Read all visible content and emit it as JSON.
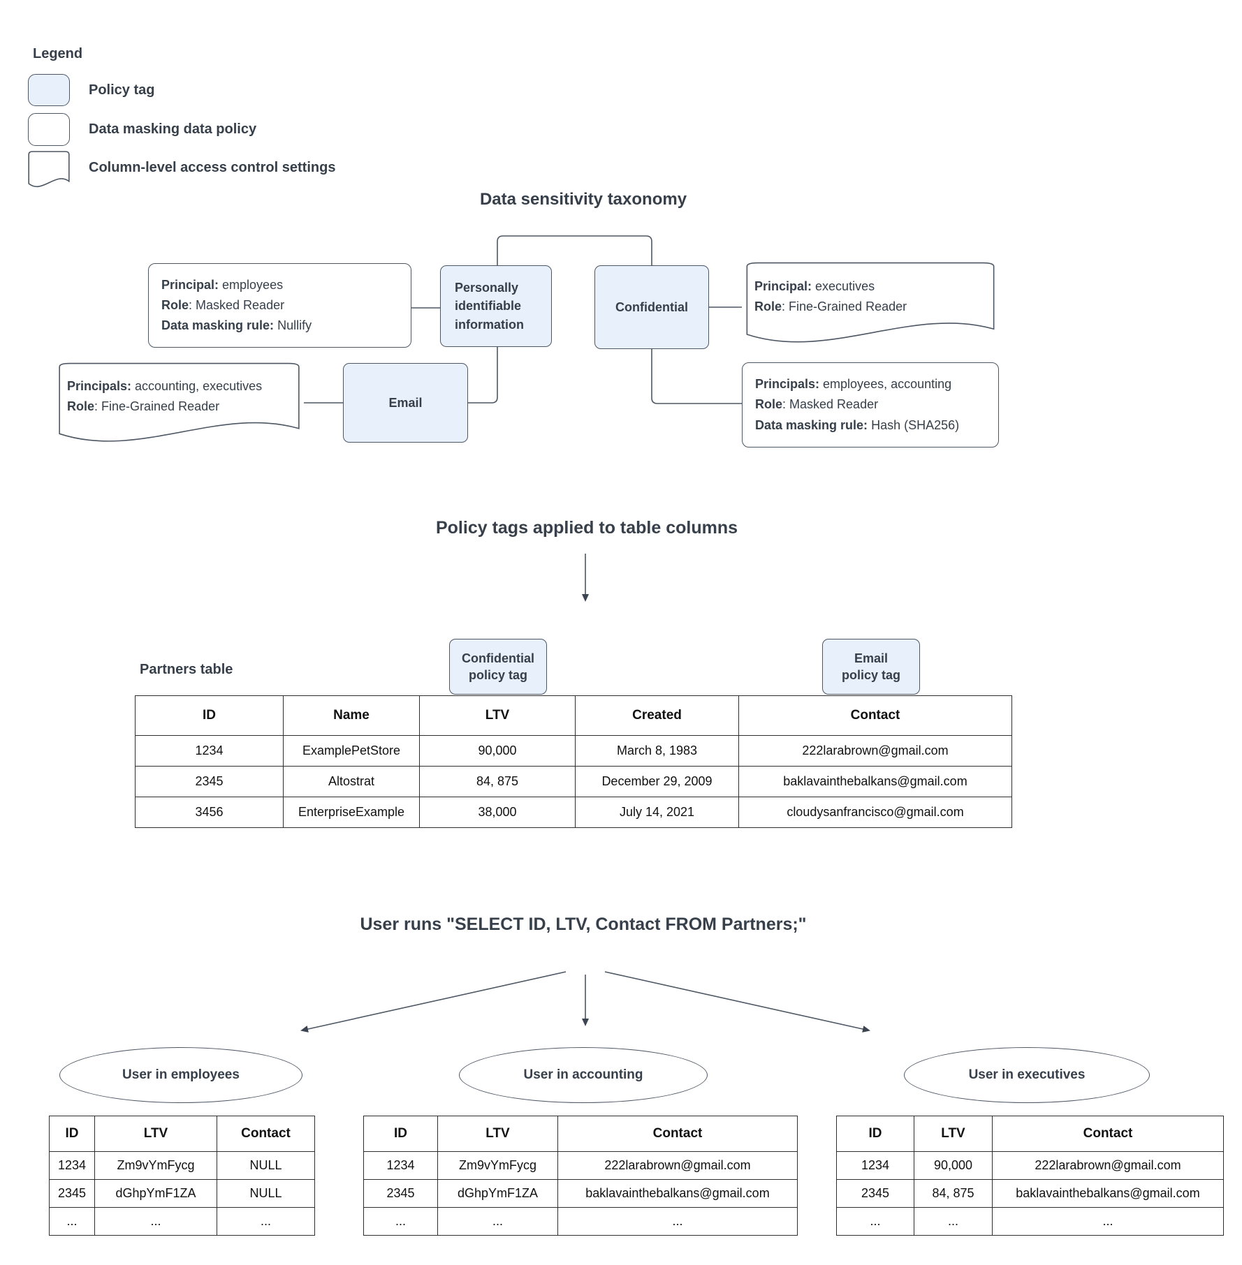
{
  "legend": {
    "title": "Legend",
    "items": [
      {
        "label": "Policy tag"
      },
      {
        "label": "Data masking data policy"
      },
      {
        "label": "Column-level access control settings"
      }
    ]
  },
  "taxonomy": {
    "title": "Data sensitivity taxonomy",
    "pii_tag": "Personally identifiable information",
    "confidential_tag": "Confidential",
    "email_tag": "Email",
    "nullify_policy": {
      "principal_label": "Principal:",
      "principal": " employees",
      "role_label": "Role",
      "role": ": Masked Reader",
      "rule_label": "Data masking rule:",
      "rule": " Nullify"
    },
    "executives_acl": {
      "principal_label": "Principal:",
      "principal": " executives",
      "role_label": "Role",
      "role": ": Fine-Grained Reader"
    },
    "email_acl": {
      "principal_label": "Principals:",
      "principal": " accounting, executives",
      "role_label": "Role",
      "role": ": Fine-Grained Reader"
    },
    "hash_policy": {
      "principal_label": "Principals:",
      "principal": " employees, accounting",
      "role_label": "Role",
      "role": ": Masked Reader",
      "rule_label": "Data masking rule:",
      "rule": " Hash (SHA256)"
    }
  },
  "applied": {
    "title": "Policy tags applied to table columns",
    "confidential_callout": {
      "line1": "Confidential",
      "line2": "policy tag"
    },
    "email_callout": {
      "line1": "Email",
      "line2": "policy tag"
    },
    "table_label": "Partners table",
    "headers": [
      "ID",
      "Name",
      "LTV",
      "Created",
      "Contact"
    ],
    "rows": [
      [
        "1234",
        "ExamplePetStore",
        "90,000",
        "March 8, 1983",
        "222larabrown@gmail.com"
      ],
      [
        "2345",
        "Altostrat",
        "84, 875",
        "December 29, 2009",
        "baklavainthebalkans@gmail.com"
      ],
      [
        "3456",
        "EnterpriseExample",
        "38,000",
        "July 14, 2021",
        "cloudysanfrancisco@gmail.com"
      ]
    ]
  },
  "query": {
    "title": "User runs \"SELECT ID, LTV, Contact FROM Partners;\""
  },
  "results": [
    {
      "group": "User in employees",
      "headers": [
        "ID",
        "LTV",
        "Contact"
      ],
      "rows": [
        [
          "1234",
          "Zm9vYmFycg",
          "NULL"
        ],
        [
          "2345",
          "dGhpYmF1ZA",
          "NULL"
        ],
        [
          "...",
          "...",
          "..."
        ]
      ]
    },
    {
      "group": "User in accounting",
      "headers": [
        "ID",
        "LTV",
        "Contact"
      ],
      "rows": [
        [
          "1234",
          "Zm9vYmFycg",
          "222larabrown@gmail.com"
        ],
        [
          "2345",
          "dGhpYmF1ZA",
          "baklavainthebalkans@gmail.com"
        ],
        [
          "...",
          "...",
          "..."
        ]
      ]
    },
    {
      "group": "User in executives",
      "headers": [
        "ID",
        "LTV",
        "Contact"
      ],
      "rows": [
        [
          "1234",
          "90,000",
          "222larabrown@gmail.com"
        ],
        [
          "2345",
          "84, 875",
          "baklavainthebalkans@gmail.com"
        ],
        [
          "...",
          "...",
          "..."
        ]
      ]
    }
  ],
  "colors": {
    "policy_tag_fill": "#e7f0fb",
    "diagram_line": "#4d5663",
    "text_ink": "#37404a"
  }
}
